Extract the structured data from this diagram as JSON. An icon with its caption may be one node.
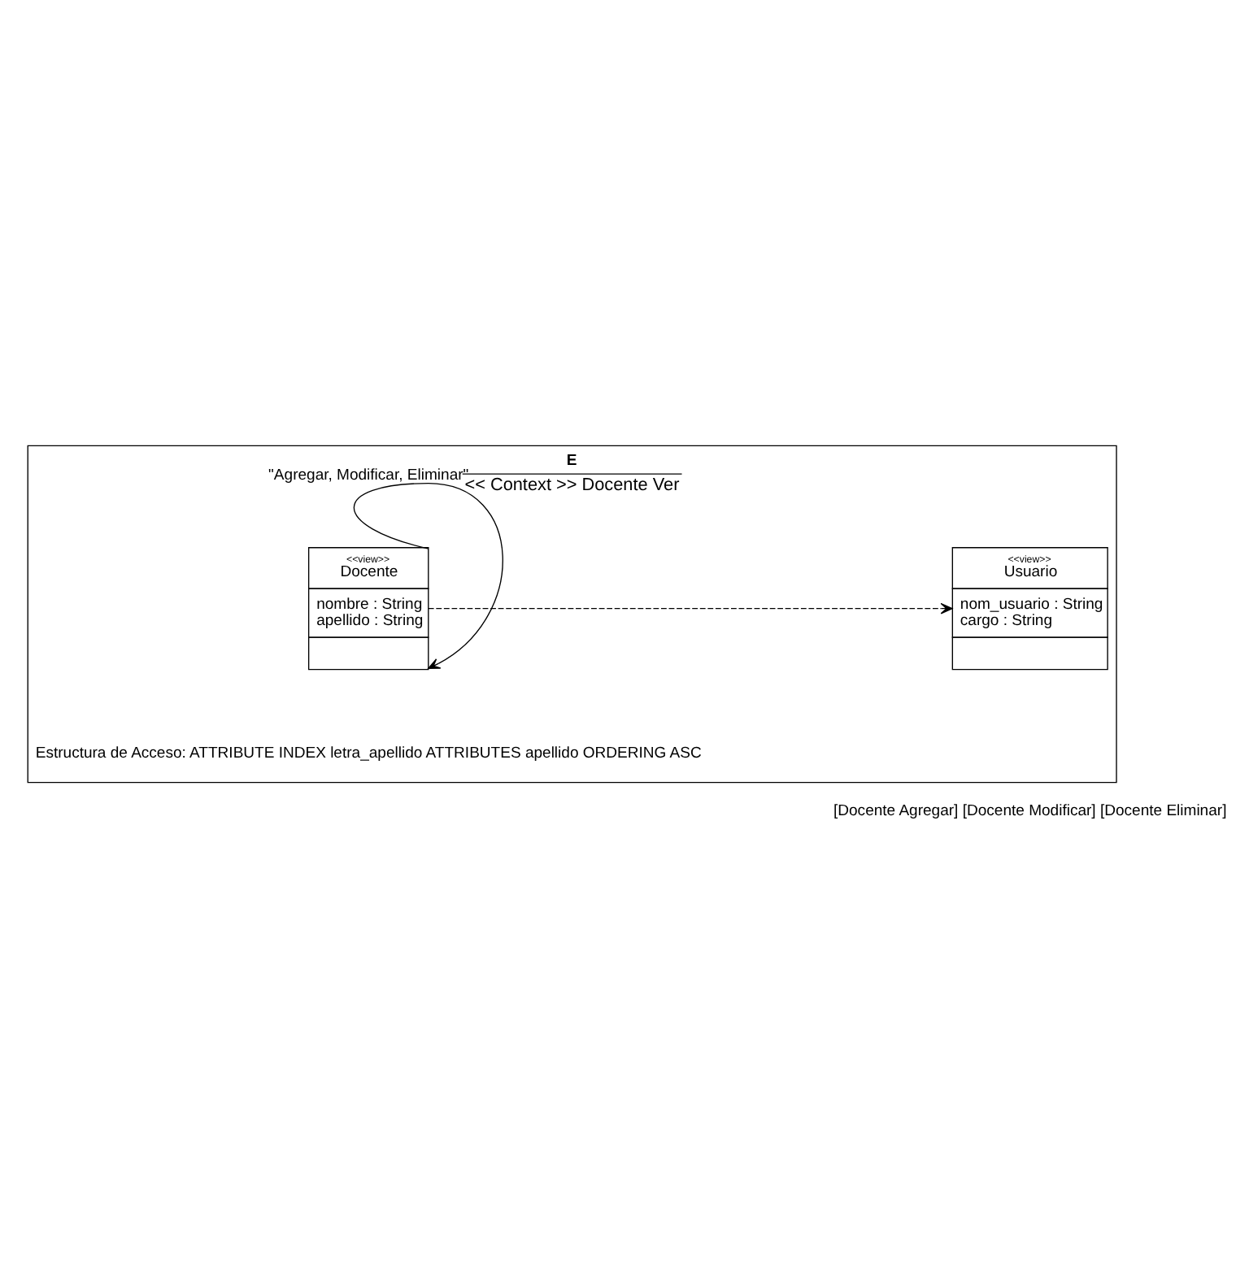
{
  "diagram": {
    "nodes": [
      {
        "text": [
          "E",
          "<< Context >> Docente Ver",
          "Estructura de Acceso: ATTRIBUTE INDEX letra_apellido ATTRIBUTES apellido ORDERING ASC"
        ]
      },
      {
        "text": [
          "<<view>>",
          "Docente",
          "nombre : String",
          "apellido : String"
        ],
        "in": 0
      },
      {
        "text": [
          "<<view>>",
          "Usuario",
          "nom_usuario : String",
          "cargo : String"
        ],
        "in": 0
      }
    ],
    "edges": [
      {
        "from": 1,
        "to": 2,
        "arrow": "to",
        "style": "dashed"
      },
      {
        "from": 1,
        "to": 1,
        "arrow": "to",
        "label": "\"Agregar, Modificar, Eliminar\""
      }
    ],
    "labels": [
      "[Docente Agregar] [Docente Modificar] [Docente Eliminar]"
    ]
  }
}
